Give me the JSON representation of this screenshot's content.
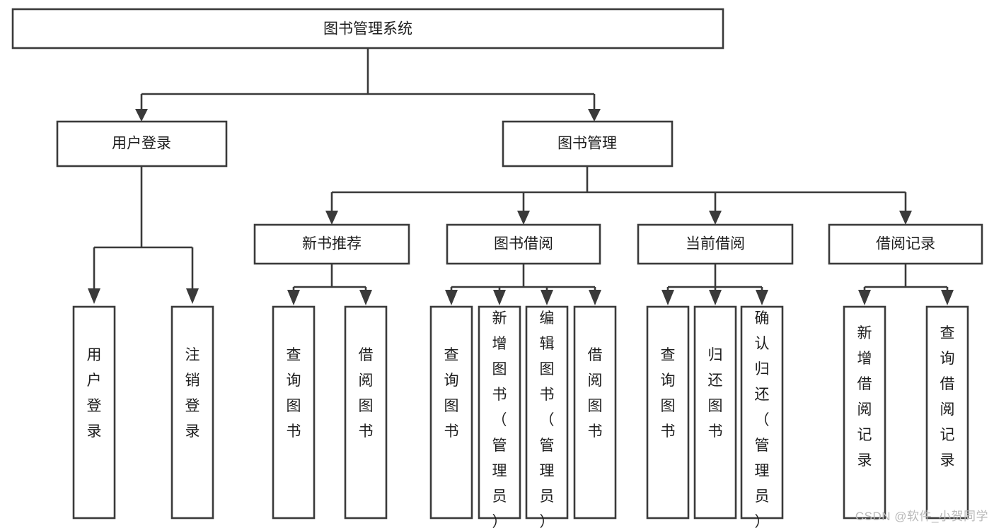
{
  "diagram": {
    "type": "tree-hierarchy",
    "title": "图书管理系统",
    "orientation": "top-down",
    "root": {
      "id": "root",
      "label": "图书管理系统"
    },
    "level2": [
      {
        "id": "user-login",
        "label": "用户登录"
      },
      {
        "id": "book-manage",
        "label": "图书管理"
      }
    ],
    "level3": [
      {
        "id": "new-book-recommend",
        "label": "新书推荐",
        "parent": "book-manage"
      },
      {
        "id": "book-borrow",
        "label": "图书借阅",
        "parent": "book-manage"
      },
      {
        "id": "current-borrow",
        "label": "当前借阅",
        "parent": "book-manage"
      },
      {
        "id": "borrow-record",
        "label": "借阅记录",
        "parent": "book-manage"
      }
    ],
    "leaves": [
      {
        "id": "leaf-user-login",
        "label": "用户登录",
        "parent": "user-login"
      },
      {
        "id": "leaf-user-logout",
        "label": "注销登录",
        "parent": "user-login"
      },
      {
        "id": "leaf-query-book-1",
        "label": "查询图书",
        "parent": "new-book-recommend"
      },
      {
        "id": "leaf-borrow-book-1",
        "label": "借阅图书",
        "parent": "new-book-recommend"
      },
      {
        "id": "leaf-query-book-2",
        "label": "查询图书",
        "parent": "book-borrow"
      },
      {
        "id": "leaf-add-book",
        "label": "新增图书（管理员）",
        "parent": "book-borrow"
      },
      {
        "id": "leaf-edit-book",
        "label": "编辑图书（管理员）",
        "parent": "book-borrow"
      },
      {
        "id": "leaf-borrow-book-2",
        "label": "借阅图书",
        "parent": "book-borrow"
      },
      {
        "id": "leaf-query-book-3",
        "label": "查询图书",
        "parent": "current-borrow"
      },
      {
        "id": "leaf-return-book",
        "label": "归还图书",
        "parent": "current-borrow"
      },
      {
        "id": "leaf-confirm-return",
        "label": "确认归还（管理员）",
        "parent": "current-borrow"
      },
      {
        "id": "leaf-add-record",
        "label": "新增借阅记录",
        "parent": "borrow-record"
      },
      {
        "id": "leaf-query-record",
        "label": "查询借阅记录",
        "parent": "borrow-record"
      }
    ],
    "colors": {
      "stroke": "#3a3a3a",
      "fill": "#ffffff",
      "text": "#1d1d1d",
      "background": "#ffffff",
      "watermark": "#b9b9b9"
    }
  },
  "watermark": {
    "text": "CSDN @软件_小贺同学"
  }
}
